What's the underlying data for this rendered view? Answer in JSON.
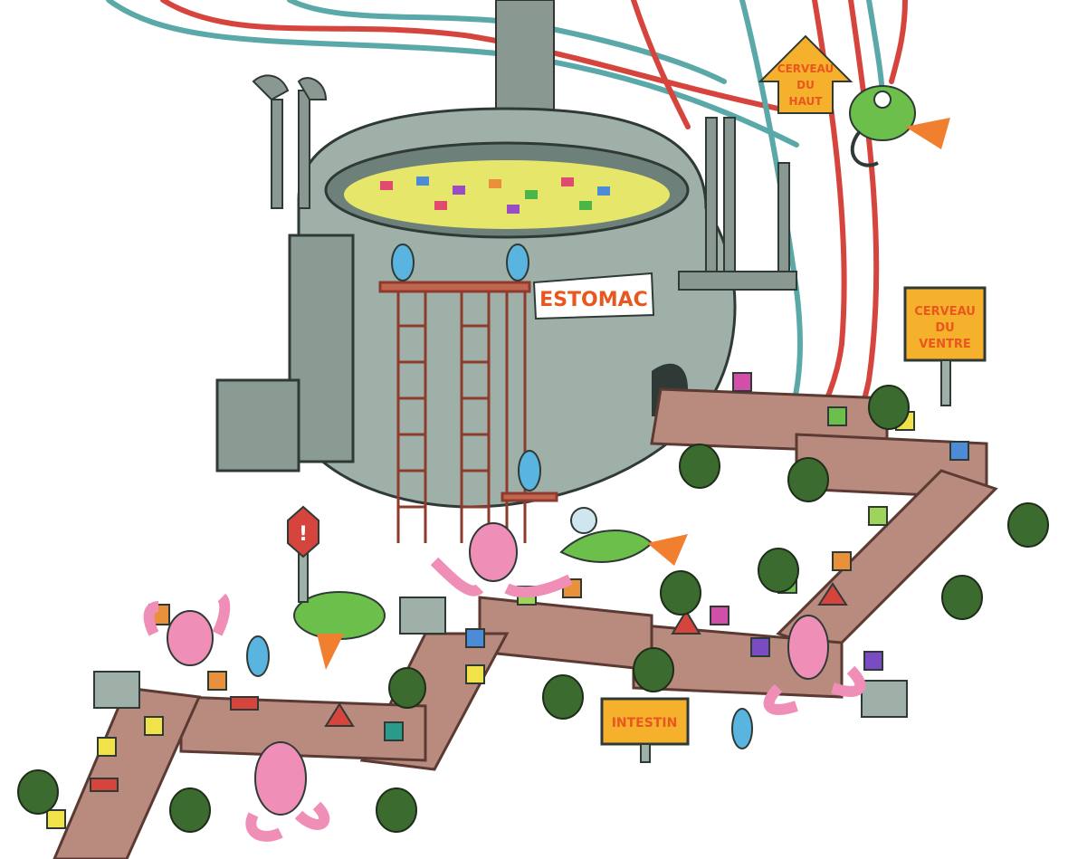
{
  "illustration": {
    "labels": {
      "stomach": "ESTOMAC",
      "top_brain": [
        "CERVEAU",
        "DU",
        "HAUT"
      ],
      "gut_brain": [
        "CERVEAU",
        "DU",
        "VENTRE"
      ],
      "intestine": "INTESTIN",
      "alert": "!"
    },
    "colors": {
      "machine": "#9fb0a8",
      "machine_dark": "#7e918a",
      "conveyor": "#b98a7e",
      "conveyor_dark": "#8e6459",
      "sign_bg": "#f6b12c",
      "sign_text": "#e8571f",
      "worker_blue": "#5ab4e0",
      "octopus_pink": "#ef8fb8",
      "furry_green": "#3c6b2f",
      "robot_green": "#6bbf4a",
      "cable_red": "#d6453d",
      "cable_teal": "#5aa8a8"
    },
    "icons": [
      "stomach-tank",
      "conveyor-belt",
      "signpost",
      "arrow-sign",
      "robot-drone",
      "octopus",
      "worker",
      "food-cube",
      "alert-sign",
      "cable"
    ]
  }
}
